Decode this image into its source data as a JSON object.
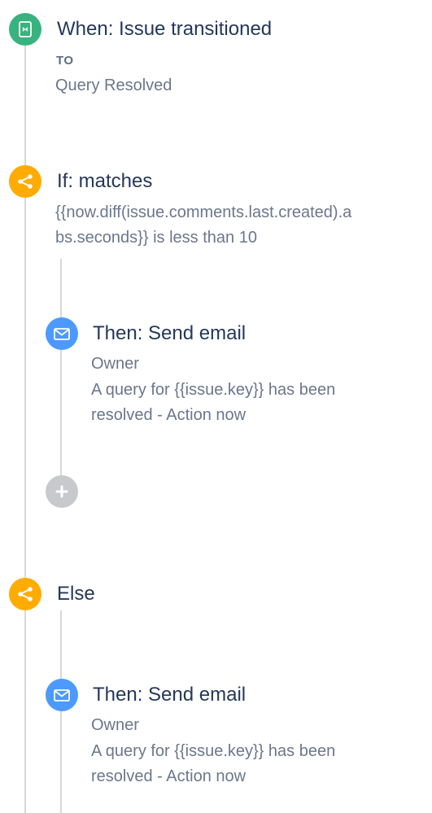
{
  "trigger": {
    "title": "When: Issue transitioned",
    "to_label": "TO",
    "status": "Query Resolved",
    "icon": "issue-transition-icon"
  },
  "if_block": {
    "title": "If: matches",
    "condition_line1": "{{now.diff(issue.comments.last.created).a",
    "condition_line2": "bs.seconds}} is less than 10",
    "icon": "branch-icon"
  },
  "if_action": {
    "title": "Then: Send email",
    "recipient": "Owner",
    "subject_line1": "A query for {{issue.key}} has been",
    "subject_line2": "resolved - Action now",
    "icon": "envelope-icon"
  },
  "add_button": {
    "icon": "plus-icon"
  },
  "else_block": {
    "title": "Else",
    "icon": "branch-icon"
  },
  "else_action": {
    "title": "Then: Send email",
    "recipient": "Owner",
    "subject_line1": "A query for {{issue.key}} has been",
    "subject_line2": "resolved - Action now",
    "icon": "envelope-icon"
  },
  "colors": {
    "trigger": "#36b37e",
    "condition": "#ffab00",
    "action": "#4c9aff",
    "add": "#c7c9cd",
    "line": "#d6d8dc"
  }
}
